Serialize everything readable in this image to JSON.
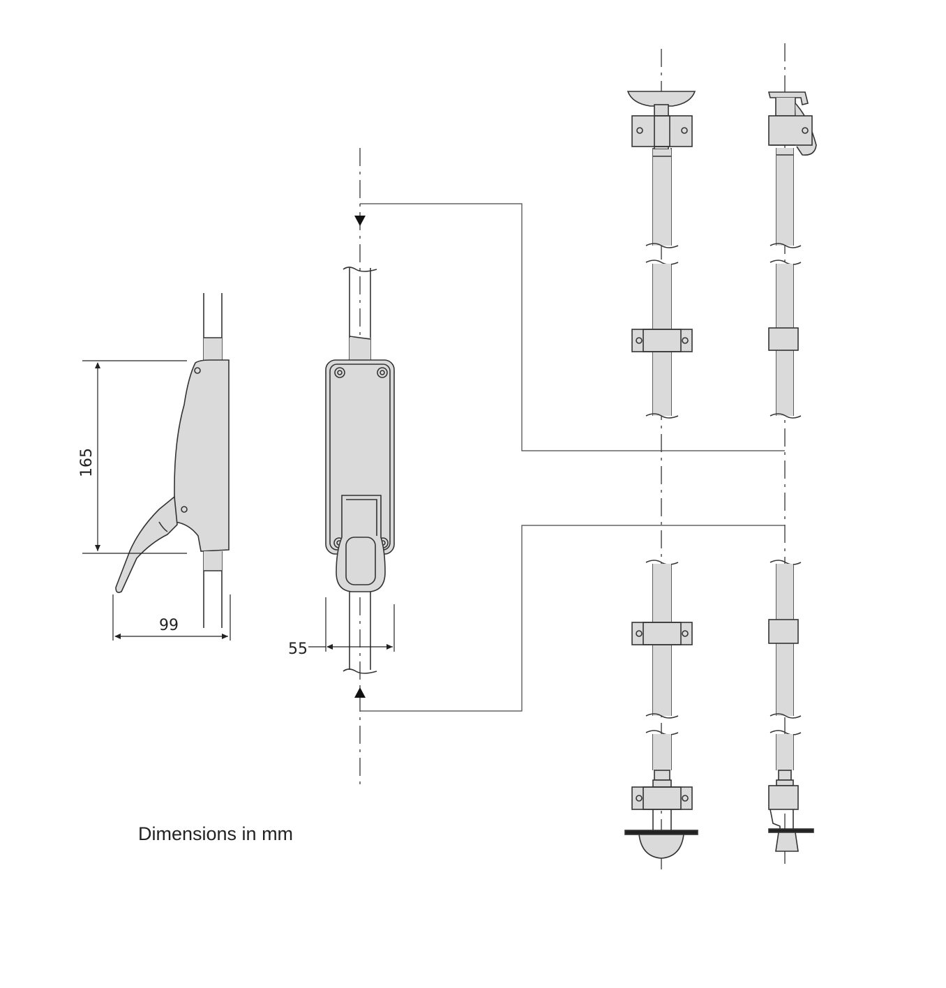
{
  "dimensions": {
    "height_label": "165",
    "depth_label": "99",
    "width_label": "55"
  },
  "note": "Dimensions in mm",
  "colors": {
    "part_fill": "#dadada",
    "part_stroke": "#333333",
    "line": "#333333"
  }
}
